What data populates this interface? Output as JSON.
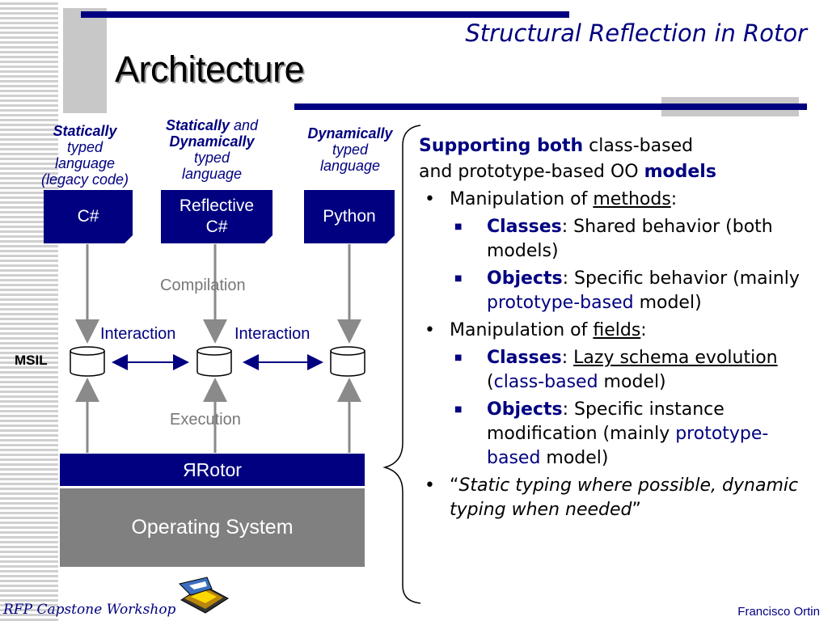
{
  "header": {
    "subtitle": "Structural Reflection in Rotor",
    "title": "Architecture"
  },
  "languages": [
    {
      "line1_bold": "Statically",
      "line1_rest": "",
      "line2": "typed",
      "line3": "language",
      "line4": "(legacy code)"
    },
    {
      "line1_bold": "Statically",
      "line1_rest": " and",
      "line2_bold": "Dynamically",
      "line3": "typed",
      "line4": "language"
    },
    {
      "line1_bold": "Dynamically",
      "line2": "typed",
      "line3": "language"
    }
  ],
  "boxes": {
    "csharp": "C#",
    "reflective_line1": "Reflective",
    "reflective_line2": "C#",
    "python": "Python"
  },
  "flow": {
    "compilation": "Compilation",
    "interaction_left": "Interaction",
    "interaction_right": "Interaction",
    "msil": "MSIL",
    "execution": "Execution"
  },
  "stack": {
    "rotor": "ЯRotor",
    "os": "Operating System"
  },
  "content": {
    "intro_bold1": "Supporting both",
    "intro_text1": " class-based",
    "intro_text2": "and prototype-based OO ",
    "intro_bold2": "models",
    "methods_prefix": "Manipulation of ",
    "methods_word": "methods",
    "colon": ":",
    "m_classes_bold": "Classes",
    "m_classes_text": ": Shared behavior (both models)",
    "m_objects_bold": "Objects",
    "m_objects_text1": ": Specific behavior (mainly ",
    "m_objects_proto": "prototype-based",
    "m_objects_text2": " model)",
    "fields_prefix": "Manipulation of ",
    "fields_word": "fields",
    "f_classes_bold": "Classes",
    "f_classes_colon": ": ",
    "f_classes_lazy": "Lazy schema evolution",
    "f_classes_open": " (",
    "f_classes_cb": "class-based",
    "f_classes_close": " model)",
    "f_objects_bold": "Objects",
    "f_objects_text1": ": Specific instance modification (mainly ",
    "f_objects_proto": "prototype-based",
    "f_objects_text2": " model)",
    "quote_open": "“",
    "quote_text": "Static typing where possible, dynamic typing when needed",
    "quote_close": "”"
  },
  "footer": {
    "left": "RFP Capstone Workshop",
    "right": "Francisco Ortin"
  },
  "colors": {
    "navy": "#000080",
    "gray": "#808080"
  }
}
